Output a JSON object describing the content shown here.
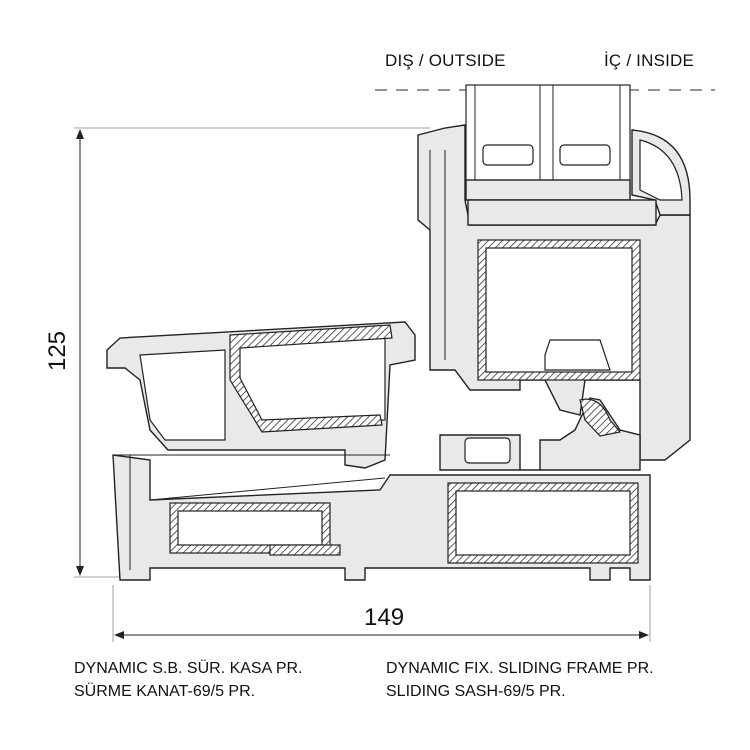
{
  "labels": {
    "outside": "DIŞ / OUTSIDE",
    "inside": "İÇ / INSIDE"
  },
  "dimensions": {
    "height": "125",
    "width": "149"
  },
  "captions": {
    "left_line1": "DYNAMIC S.B. SÜR. KASA PR.",
    "left_line2": "SÜRME KANAT-69/5 PR.",
    "right_line1": "DYNAMIC FIX. SLIDING FRAME PR.",
    "right_line2": "SLIDING SASH-69/5 PR."
  }
}
